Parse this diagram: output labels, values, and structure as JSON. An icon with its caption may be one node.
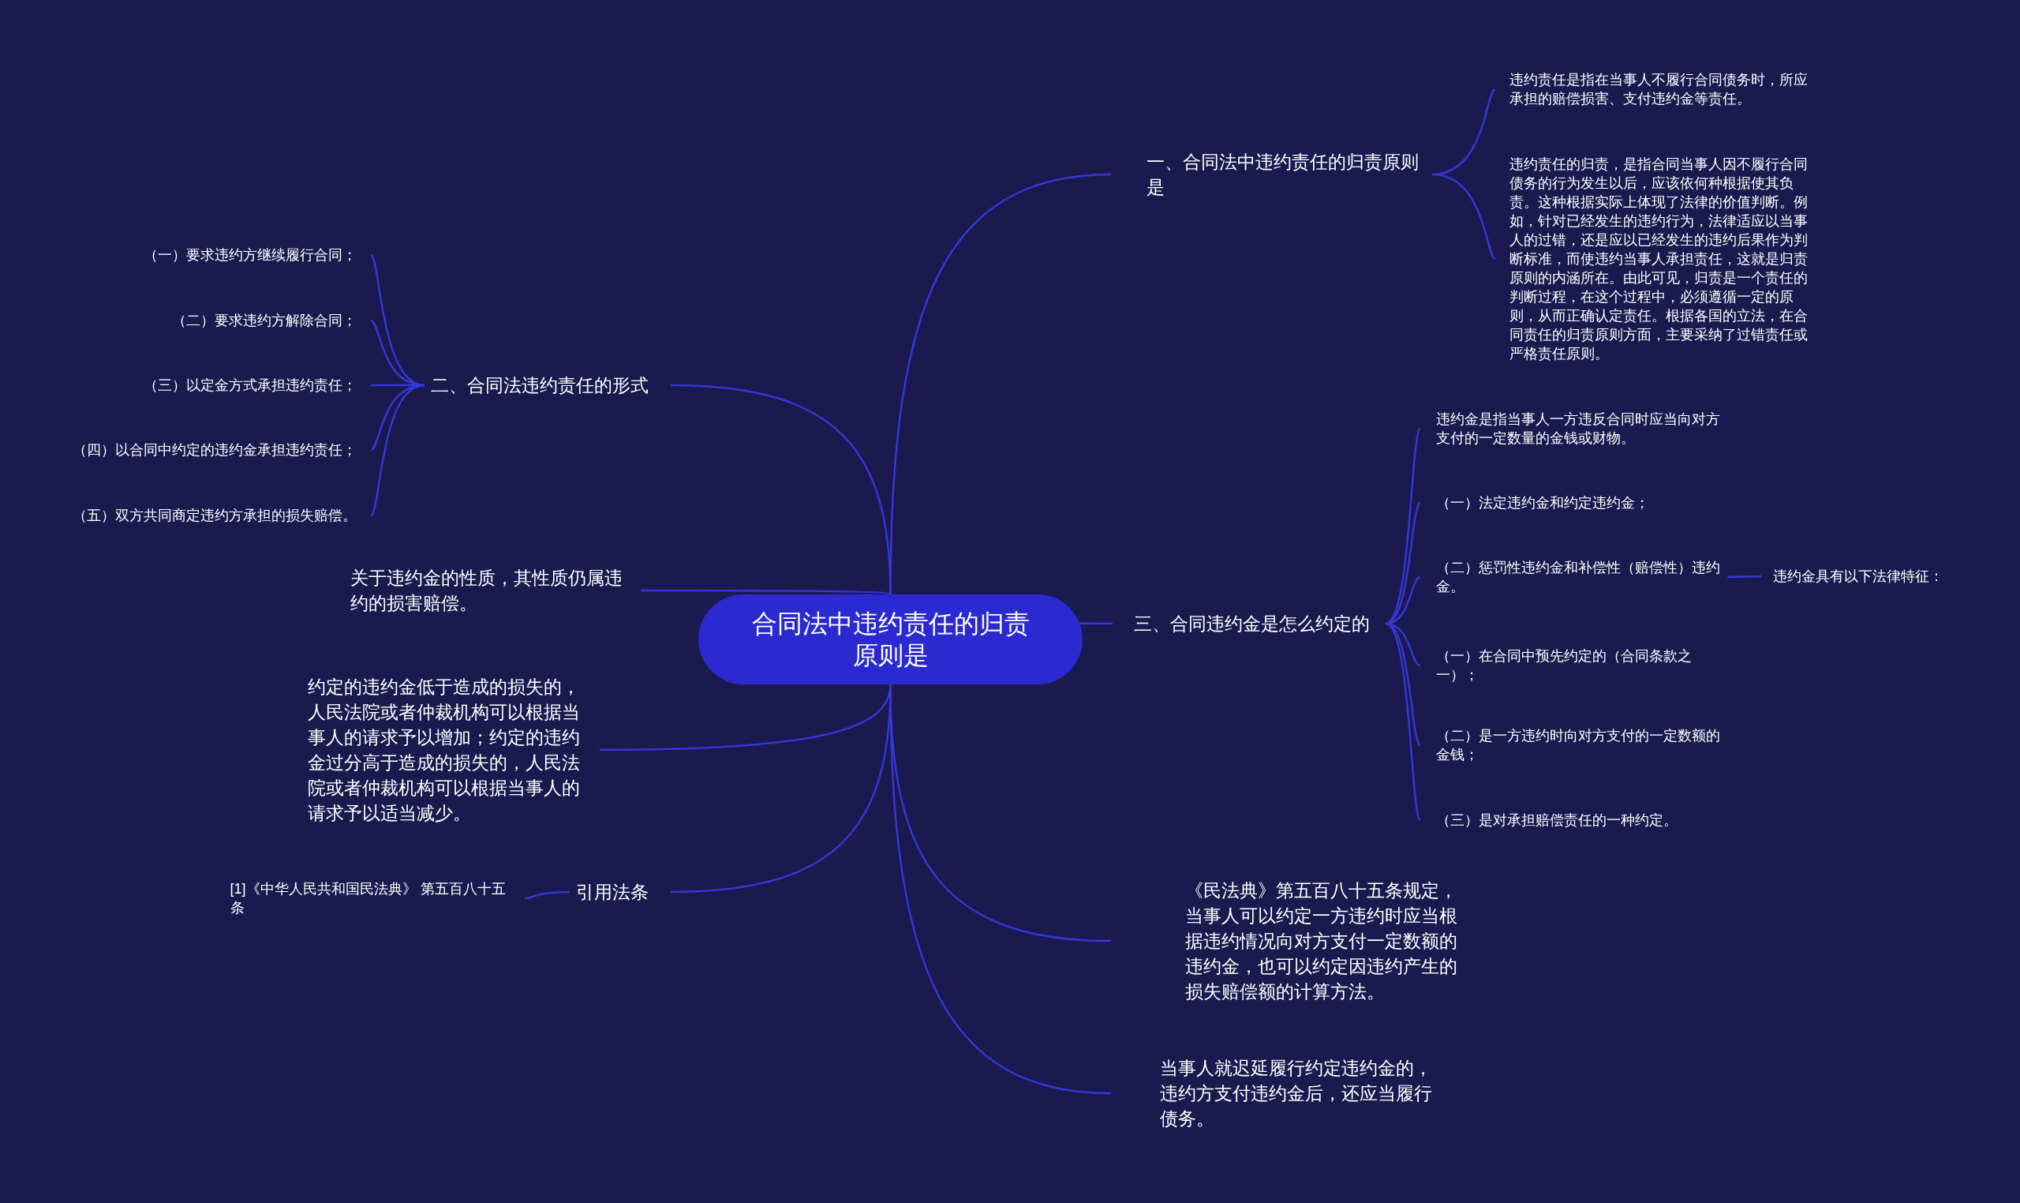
{
  "diagram": {
    "nodes": [
      {
        "text": [
          "合同法中违约责任的归责原则是"
        ]
      },
      {
        "text": [
          "一、合同法中违约责任的归责原则是"
        ]
      },
      {
        "text": [
          "违约责任是指在当事人不履行合同债务时，所应承担的赔偿损害、支付违约金等责任。"
        ]
      },
      {
        "text": [
          "违约责任的归责，是指合同当事人因不履行合同债务的行为发生以后，应该依何种根据使其负责。这种根据实际上体现了法律的价值判断。例如，针对已经发生的违约行为，法律适应以当事人的过错，还是应以已经发生的违约后果作为判断标准，而使违约当事人承担责任，这就是归责原则的内涵所在。由此可见，归责是一个责任的判断过程，在这个过程中，必须遵循一定的原则，从而正确认定责任。根据各国的立法，在合同责任的归责原则方面，主要采纳了过错责任或严格责任原则。"
        ]
      },
      {
        "text": [
          "二、合同法违约责任的形式"
        ]
      },
      {
        "text": [
          "（一）要求违约方继续履行合同；"
        ]
      },
      {
        "text": [
          "（二）要求违约方解除合同；"
        ]
      },
      {
        "text": [
          "（三）以定金方式承担违约责任；"
        ]
      },
      {
        "text": [
          "（四）以合同中约定的违约金承担违约责任；"
        ]
      },
      {
        "text": [
          "（五）双方共同商定违约方承担的损失赔偿。"
        ]
      },
      {
        "text": [
          "关于违约金的性质，其性质仍属违约的损害赔偿。"
        ]
      },
      {
        "text": [
          "约定的违约金低于造成的损失的，人民法院或者仲裁机构可以根据当事人的请求予以增加；约定的违约金过分高于造成的损失的，人民法院或者仲裁机构可以根据当事人的请求予以适当减少。"
        ]
      },
      {
        "text": [
          "引用法条"
        ]
      },
      {
        "text": [
          "[1]《中华人民共和国民法典》 第五百八十五条"
        ]
      },
      {
        "text": [
          "三、合同违约金是怎么约定的"
        ]
      },
      {
        "text": [
          "违约金是指当事人一方违反合同时应当向对方支付的一定数量的金钱或财物。"
        ]
      },
      {
        "text": [
          "（一）法定违约金和约定违约金；"
        ]
      },
      {
        "text": [
          "（二）惩罚性违约金和补偿性（赔偿性）违约金。"
        ]
      },
      {
        "text": [
          "违约金具有以下法律特征："
        ]
      },
      {
        "text": [
          "（一）在合同中预先约定的（合同条款之一）；"
        ]
      },
      {
        "text": [
          "（二）是一方违约时向对方支付的一定数额的金钱；"
        ]
      },
      {
        "text": [
          "（三）是对承担赔偿责任的一种约定。"
        ]
      },
      {
        "text": [
          "《民法典》第五百八十五条规定，当事人可以约定一方违约时应当根据违约情况向对方支付一定数额的违约金，也可以约定因违约产生的损失赔偿额的计算方法。"
        ]
      },
      {
        "text": [
          "当事人就迟延履行约定违约金的，违约方支付违约金后，还应当履行债务。"
        ]
      }
    ],
    "edges": [
      {
        "from": 0,
        "to": 1,
        "arrow": "none"
      },
      {
        "from": 1,
        "to": 2,
        "arrow": "none"
      },
      {
        "from": 1,
        "to": 3,
        "arrow": "none"
      },
      {
        "from": 0,
        "to": 4,
        "arrow": "none"
      },
      {
        "from": 4,
        "to": 5,
        "arrow": "none"
      },
      {
        "from": 4,
        "to": 6,
        "arrow": "none"
      },
      {
        "from": 4,
        "to": 7,
        "arrow": "none"
      },
      {
        "from": 4,
        "to": 8,
        "arrow": "none"
      },
      {
        "from": 4,
        "to": 9,
        "arrow": "none"
      },
      {
        "from": 0,
        "to": 10,
        "arrow": "none"
      },
      {
        "from": 0,
        "to": 11,
        "arrow": "none"
      },
      {
        "from": 0,
        "to": 12,
        "arrow": "none"
      },
      {
        "from": 12,
        "to": 13,
        "arrow": "none"
      },
      {
        "from": 0,
        "to": 14,
        "arrow": "none"
      },
      {
        "from": 14,
        "to": 15,
        "arrow": "none"
      },
      {
        "from": 14,
        "to": 16,
        "arrow": "none"
      },
      {
        "from": 14,
        "to": 17,
        "arrow": "none"
      },
      {
        "from": 17,
        "to": 18,
        "arrow": "none"
      },
      {
        "from": 14,
        "to": 19,
        "arrow": "none"
      },
      {
        "from": 14,
        "to": 20,
        "arrow": "none"
      },
      {
        "from": 14,
        "to": 21,
        "arrow": "none"
      },
      {
        "from": 0,
        "to": 22,
        "arrow": "none"
      },
      {
        "from": 0,
        "to": 23,
        "arrow": "none"
      }
    ]
  }
}
